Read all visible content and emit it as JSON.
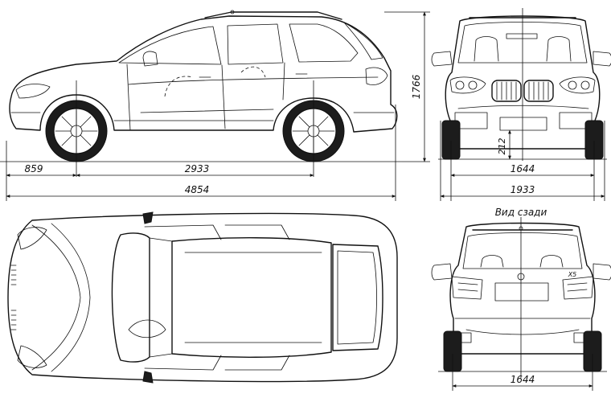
{
  "dimensions": {
    "front_overhang": "859",
    "wheelbase": "2933",
    "overall_length": "4854",
    "overall_height": "1766",
    "ground_clearance": "212",
    "front_track": "1644",
    "overall_width": "1933",
    "rear_track": "1644"
  },
  "labels": {
    "rear_view_caption": "Вид сзади",
    "rear_badge": "X5"
  },
  "views": [
    "side-view",
    "front-view",
    "top-view",
    "rear-view"
  ],
  "colors": {
    "ink": "#111111",
    "tire": "#1c1c1c",
    "paper": "#ffffff"
  }
}
